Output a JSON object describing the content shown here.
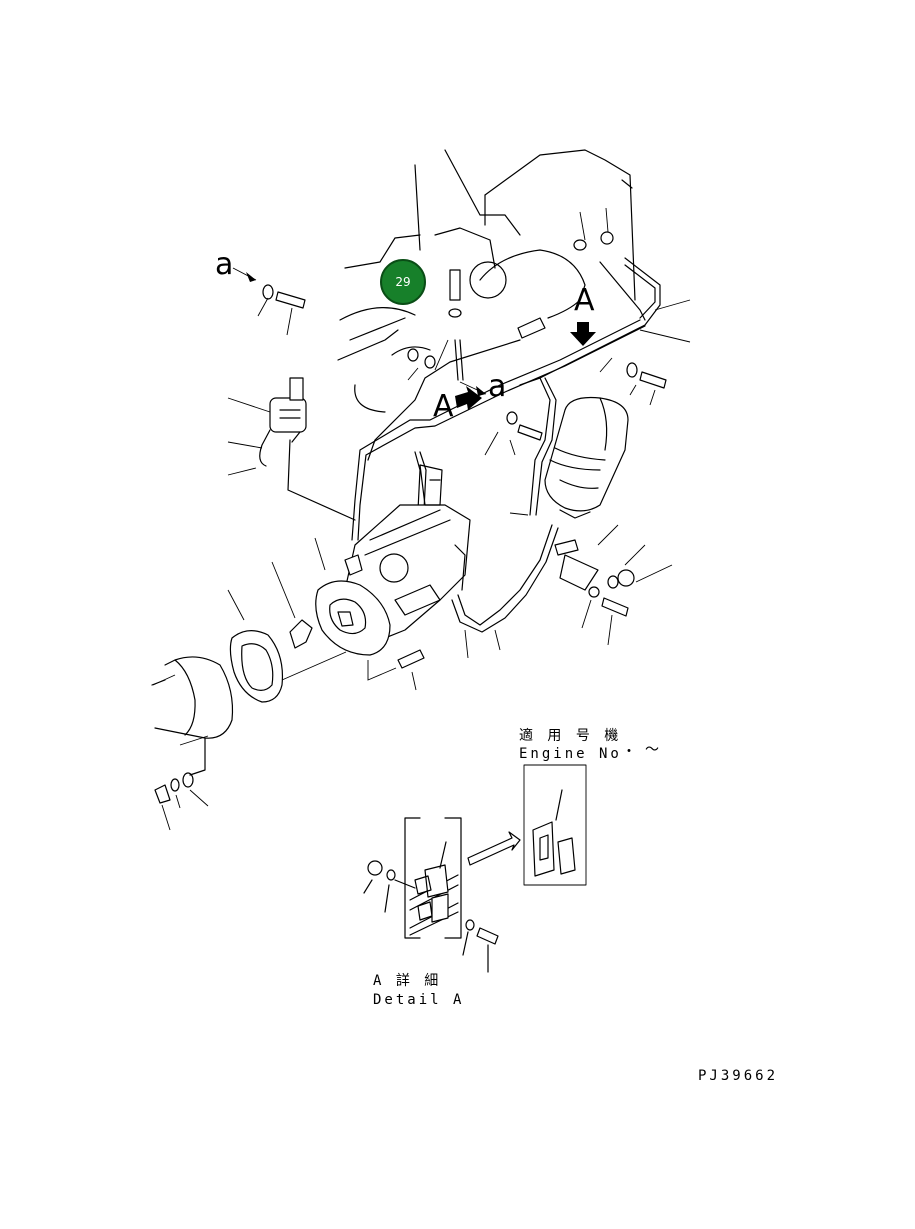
{
  "diagram": {
    "callout": "29",
    "view_label_1": "A",
    "view_label_2": "A",
    "ref_label_1": "a",
    "ref_label_2": "a",
    "applicable_jp": "適 用 号 機",
    "applicable_en": "Engine No",
    "applicable_range_a": "・",
    "applicable_range_b": "～",
    "detail_jp": "A 詳 細",
    "detail_en": "Detail A",
    "drawing_code": "PJ39662"
  }
}
